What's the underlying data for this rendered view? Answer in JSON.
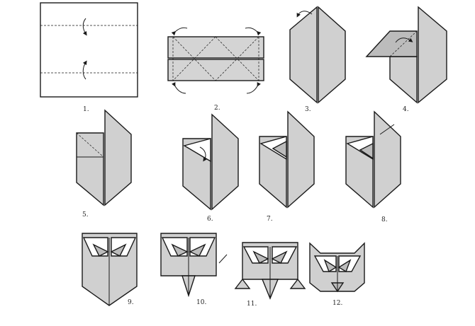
{
  "colors": {
    "paper": "#cfcfcf",
    "paper_light": "#dedede",
    "white": "#ffffff",
    "ink": "#1a1a1a"
  },
  "steps": [
    {
      "label": "1."
    },
    {
      "label": "2."
    },
    {
      "label": "3."
    },
    {
      "label": "4."
    },
    {
      "label": "5."
    },
    {
      "label": "6."
    },
    {
      "label": "7."
    },
    {
      "label": "8."
    },
    {
      "label": "9."
    },
    {
      "label": "10."
    },
    {
      "label": "11."
    },
    {
      "label": "12."
    }
  ]
}
